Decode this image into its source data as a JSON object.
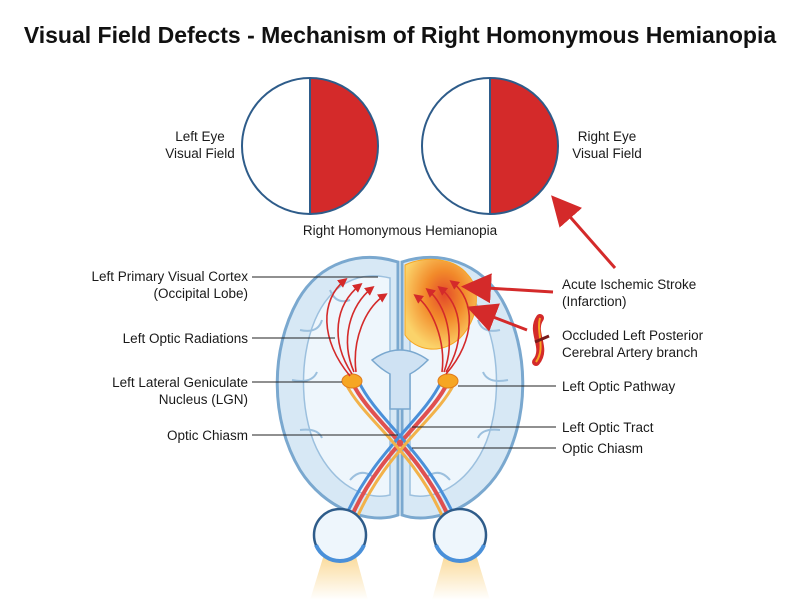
{
  "title": "Visual Field Defects - Mechanism of Right Homonymous Hemianopia",
  "visual_fields": {
    "left_eye": {
      "line1": "Left Eye",
      "line2": "Visual Field"
    },
    "right_eye": {
      "line1": "Right Eye",
      "line2": "Visual Field"
    },
    "caption": "Right Homonymous Hemianopia"
  },
  "left_labels": {
    "cortex": {
      "line1": "Left Primary Visual Cortex",
      "line2": "(Occipital Lobe)"
    },
    "radiations": "Left Optic Radiations",
    "lgn": {
      "line1": "Left Lateral Geniculate",
      "line2": "Nucleus (LGN)"
    },
    "chiasm": "Optic Chiasm"
  },
  "right_labels": {
    "stroke": {
      "line1": "Acute Ischemic Stroke",
      "line2": "(Infarction)"
    },
    "artery": {
      "line1": "Occluded Left Posterior",
      "line2": "Cerebral Artery branch"
    },
    "pathway": "Left Optic Pathway",
    "tract": "Left Optic Tract",
    "chiasm": "Optic Chiasm"
  },
  "colors": {
    "defect": "#d42a2a",
    "outline": "#2e5c8a",
    "brain_fill": "#d7e8f5",
    "brain_outline": "#7aa8cf",
    "infarct": "#f6a623",
    "infarct_core": "#e2522a",
    "arrow": "#d42a2a",
    "tract_red": "#e05050",
    "tract_blue": "#4a90d9"
  }
}
